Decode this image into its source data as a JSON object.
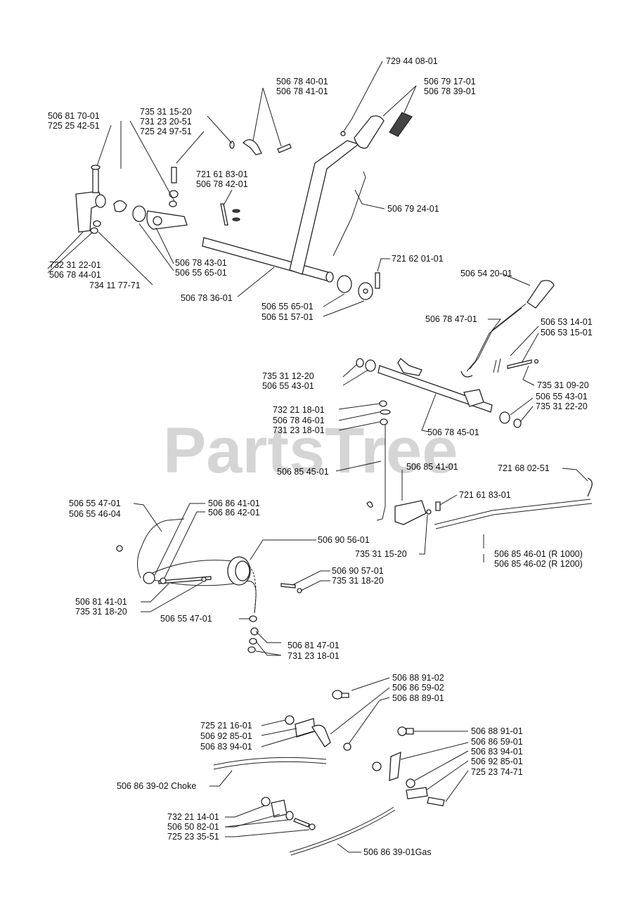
{
  "watermark": "PartsTree",
  "labels": {
    "l01": "729 44 08-01",
    "l02": "506 78 40-01",
    "l03": "506 78 41-01",
    "l04": "506 79 17-01",
    "l05": "506 78 39-01",
    "l06": "735 31 15-20",
    "l07": "731 23 20-51",
    "l08": "725 24 97-51",
    "l09": "506 81 70-01",
    "l10": "725 25 42-51",
    "l11": "721 61 83-01",
    "l12": "506 78 42-01",
    "l13": "506 79 24-01",
    "l14": "721 62 01-01",
    "l15": "732 31 22-01",
    "l16": "506 78 44-01",
    "l17": "734 11 77-71",
    "l18": "506 78 43-01",
    "l19": "506 55 65-01",
    "l20": "506 78 36-01",
    "l21": "506 55 65-01",
    "l22": "506 51 57-01",
    "l23": "506 54 20-01",
    "l24": "506 78 47-01",
    "l25": "506 53 14-01",
    "l26": "506 53 15-01",
    "l27": "735 31 12-20",
    "l28": "506 55 43-01",
    "l29": "735 31 09-20",
    "l30": "506 55 43-01",
    "l31": "735 31 22-20",
    "l32": "732 21 18-01",
    "l33": "506 78 46-01",
    "l34": "731 23 18-01",
    "l35": "506 78 45-01",
    "l36": "506 85 45-01",
    "l37": "506 85 41-01",
    "l38": "721 68 02-51",
    "l39": "721 61 83-01",
    "l40": "735 31 15-20",
    "l41": "506 85 46-01 (R 1000)",
    "l42": "506 85 46-02 (R 1200)",
    "l43": "506 55 47-01",
    "l44": "506 55 46-04",
    "l45": "506 86 41-01",
    "l46": "506 86 42-01",
    "l47": "506 90 56-01",
    "l48": "506 90 57-01",
    "l49": "735 31 18-20",
    "l50": "506 81 41-01",
    "l51": "735 31 18-20",
    "l52": "506 55 47-01",
    "l53": "506 81 47-01",
    "l54": "731 23 18-01",
    "l55": "506 88 91-02",
    "l56": "506 86 59-02",
    "l57": "506 88 89-01",
    "l58": "725 21 16-01",
    "l59": "506 92 85-01",
    "l60": "506 83 94-01",
    "l61": "506 88 91-01",
    "l62": "506 86 59-01",
    "l63": "506 83 94-01",
    "l64": "506 92 85-01",
    "l65": "725 23 74-71",
    "l66": "506 86 39-02 Choke",
    "l67": "732 21 14-01",
    "l68": "506 50 82-01",
    "l69": "725 23 35-51",
    "l70": "506 86 39-01Gas"
  }
}
